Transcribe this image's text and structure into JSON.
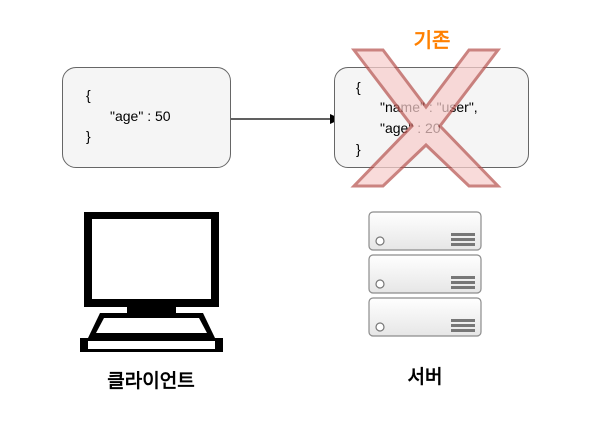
{
  "client_box": {
    "lines": [
      "{",
      "\"age\" : 50",
      "}"
    ]
  },
  "server_box": {
    "lines": [
      "{",
      "\"name\" : \"user\",",
      "\"age\" : 20",
      "}"
    ]
  },
  "old_label": "기존",
  "client_label": "클라이언트",
  "server_label": "서버",
  "colors": {
    "box_fill": "#f5f5f5",
    "box_stroke": "#666666",
    "old_label": "#ff8000",
    "cross_fill": "#f8cecc",
    "cross_stroke": "#b85450"
  },
  "icons": {
    "client": "computer-monitor-icon",
    "server": "server-rack-icon",
    "overlay": "cross-x-icon"
  }
}
